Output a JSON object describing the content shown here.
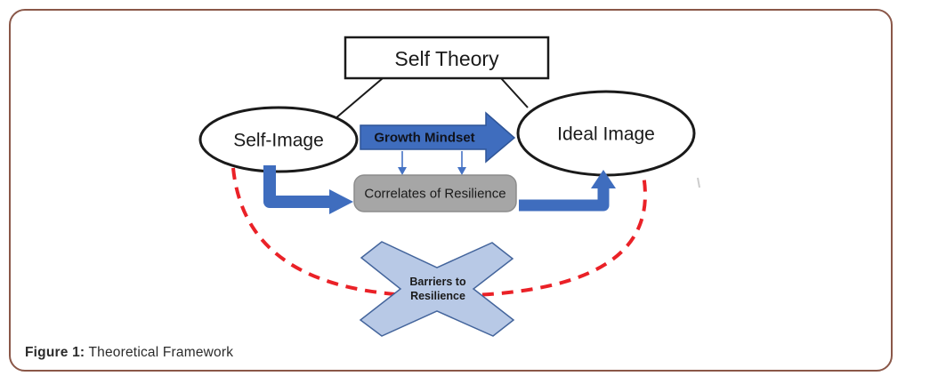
{
  "caption": {
    "label": "Figure 1:",
    "text": "Theoretical Framework"
  },
  "diagram": {
    "self_theory": {
      "label": "Self Theory"
    },
    "self_image": {
      "label": "Self-Image"
    },
    "ideal_image": {
      "label": "Ideal Image"
    },
    "growth_mindset": {
      "label": "Growth Mindset"
    },
    "correlates": {
      "label": "Correlates of Resilience"
    },
    "barriers": {
      "line1": "Barriers to",
      "line2": "Resilience"
    },
    "colors": {
      "arrow_blue": "#3f6dbe",
      "arrow_blue_edge": "#2f5597",
      "connector_blue": "#4472c4",
      "barrier_fill": "#b8c9e6",
      "barrier_outline": "#44659c",
      "correlates_gray": "#a6a6a6",
      "correlates_gray_edge": "#8c8c8c",
      "loop_red": "#ea2127",
      "frame_brown": "#8a5748",
      "shape_outline": "#1a1a1a"
    }
  }
}
